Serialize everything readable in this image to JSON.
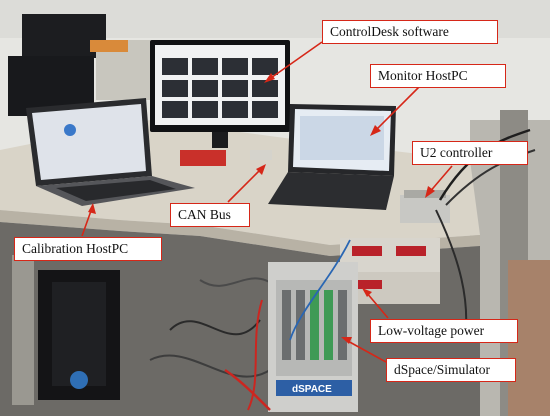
{
  "colors": {
    "callout_border": "#d62718",
    "arrow": "#d62718",
    "desk": "#d9d4c8",
    "wall": "#e9e9e6",
    "floor": "#6e6c68"
  },
  "callouts": {
    "controldesk": "ControlDesk software",
    "monitor_hostpc": "Monitor HostPC",
    "u2_controller": "U2 controller",
    "can_bus": "CAN Bus",
    "calibration_hostpc": "Calibration HostPC",
    "low_voltage_power": "Low-voltage power",
    "dspace_simulator": "dSpace/Simulator"
  },
  "rack_brand": "dSPACE"
}
